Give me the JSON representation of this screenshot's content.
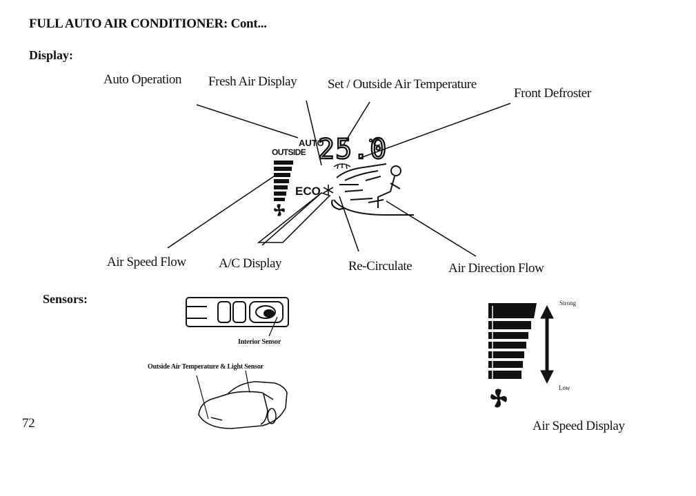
{
  "header": {
    "title": "FULL AUTO AIR CONDITIONER: Cont...",
    "display_heading": "Display:",
    "sensors_heading": "Sensors:"
  },
  "display_panel": {
    "auto_text": "AUTO",
    "outside_text": "OUTSIDE",
    "eco_text": "ECO",
    "temperature": "25.0",
    "unit": "°C"
  },
  "callouts": {
    "auto_operation": "Auto Operation",
    "fresh_air_display": "Fresh Air Display",
    "set_outside_temp": "Set / Outside Air Temperature",
    "front_defroster": "Front Defroster",
    "air_speed_flow": "Air Speed Flow",
    "ac_display": "A/C Display",
    "recirculate": "Re-Circulate",
    "air_direction_flow": "Air Direction Flow"
  },
  "sensors": {
    "interior_sensor": "Interior Sensor",
    "outside_light_sensor": "Outside Air Temperature & Light Sensor"
  },
  "air_speed_display": {
    "strong": "Strong",
    "low": "Low",
    "caption": "Air Speed Display"
  },
  "footer": {
    "page_number": "72"
  }
}
